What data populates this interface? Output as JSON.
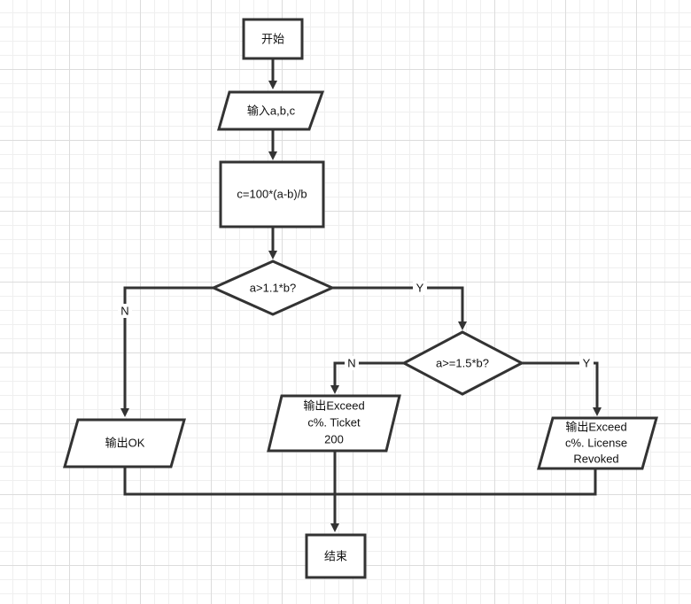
{
  "diagram": {
    "nodes": {
      "start": "开始",
      "input": "输入a,b,c",
      "compute": "c=100*(a-b)/b",
      "decision1": "a>1.1*b?",
      "decision2": "a>=1.5*b?",
      "output_ok_label": "输出OK",
      "output_ticket": [
        "输出Exceed",
        "c%. Ticket",
        "200"
      ],
      "output_license": [
        "输出Exceed",
        "c%. License",
        "Revoked"
      ],
      "end": "结束"
    },
    "edge_labels": {
      "d1_no": "N",
      "d1_yes": "Y",
      "d2_no": "N",
      "d2_yes": "Y"
    },
    "colors": {
      "stroke": "#333333",
      "fill": "#ffffff",
      "grid": "#dcdcdc"
    }
  }
}
